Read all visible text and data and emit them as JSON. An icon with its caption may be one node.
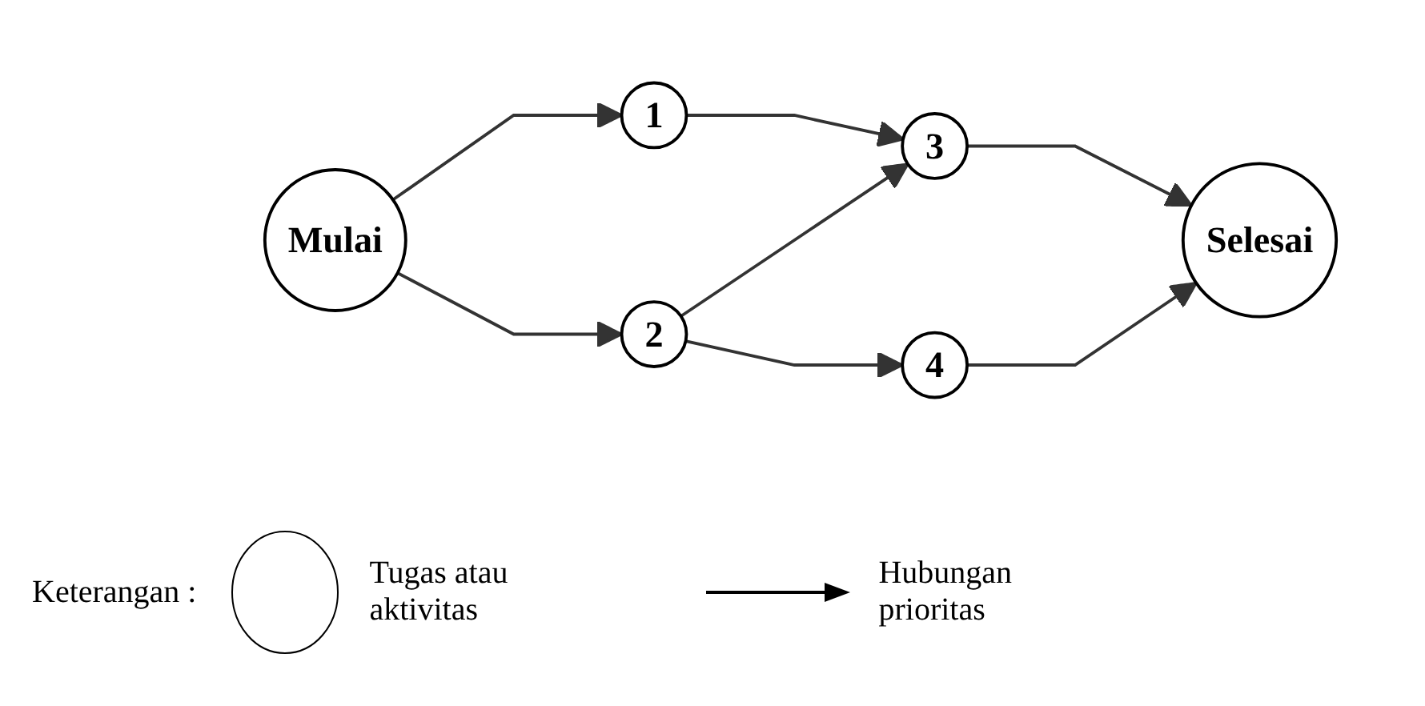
{
  "diagram": {
    "nodes": [
      {
        "text": [
          "Mulai"
        ]
      },
      {
        "text": [
          "1"
        ]
      },
      {
        "text": [
          "2"
        ]
      },
      {
        "text": [
          "3"
        ]
      },
      {
        "text": [
          "4"
        ]
      },
      {
        "text": [
          "Selesai"
        ]
      }
    ],
    "edges": [
      {
        "from": 0,
        "to": 1,
        "arrow": "to"
      },
      {
        "from": 0,
        "to": 2,
        "arrow": "to"
      },
      {
        "from": 1,
        "to": 3,
        "arrow": "to"
      },
      {
        "from": 2,
        "to": 3,
        "arrow": "to"
      },
      {
        "from": 2,
        "to": 4,
        "arrow": "to"
      },
      {
        "from": 3,
        "to": 5,
        "arrow": "to"
      },
      {
        "from": 4,
        "to": 5,
        "arrow": "to"
      }
    ],
    "labels": [
      "Keterangan :"
    ],
    "legend": [
      {
        "text": "Tugas atau aktivitas"
      },
      {
        "text": "Hubungan prioritas"
      }
    ]
  }
}
